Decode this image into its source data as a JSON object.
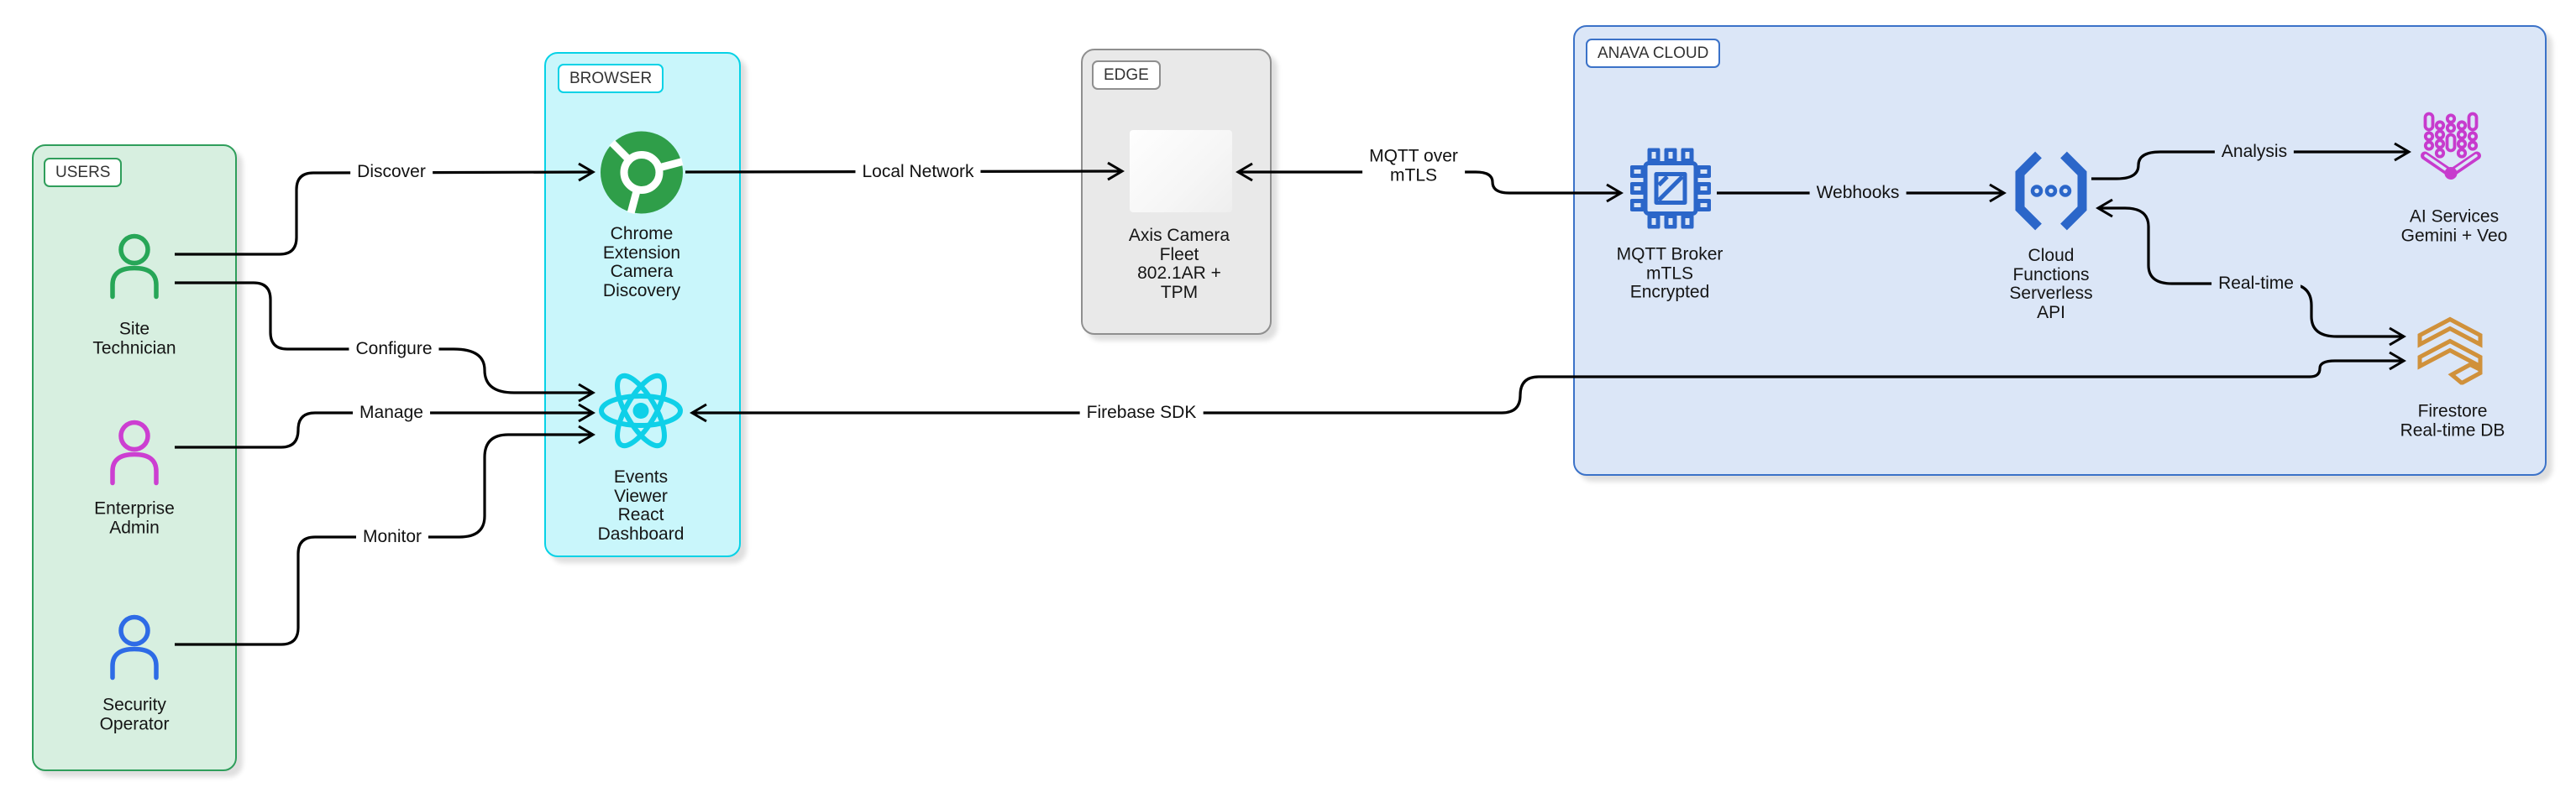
{
  "diagram": {
    "groups": {
      "users": {
        "label": "USERS"
      },
      "browser": {
        "label": "BROWSER"
      },
      "edge": {
        "label": "EDGE"
      },
      "cloud": {
        "label": "ANAVA CLOUD"
      }
    },
    "nodes": {
      "site_technician": {
        "label": "Site\nTechnician"
      },
      "enterprise_admin": {
        "label": "Enterprise\nAdmin"
      },
      "security_operator": {
        "label": "Security\nOperator"
      },
      "chrome_extension": {
        "label": "Chrome\nExtension\nCamera\nDiscovery"
      },
      "events_viewer": {
        "label": "Events\nViewer\nReact\nDashboard"
      },
      "axis_cameras": {
        "label": "Axis Camera\nFleet\n802.1AR +\nTPM"
      },
      "mqtt_broker": {
        "label": "MQTT Broker\nmTLS\nEncrypted"
      },
      "cloud_functions": {
        "label": "Cloud\nFunctions\nServerless\nAPI"
      },
      "ai_services": {
        "label": "AI Services\nGemini + Veo"
      },
      "firestore": {
        "label": "Firestore\nReal-time DB"
      }
    },
    "edges": {
      "discover": {
        "label": "Discover"
      },
      "configure": {
        "label": "Configure"
      },
      "manage": {
        "label": "Manage"
      },
      "monitor": {
        "label": "Monitor"
      },
      "local_network": {
        "label": "Local Network"
      },
      "mqtt_mtls": {
        "label": "MQTT over\nmTLS"
      },
      "webhooks": {
        "label": "Webhooks"
      },
      "analysis": {
        "label": "Analysis"
      },
      "realtime": {
        "label": "Real-time"
      },
      "firebase_sdk": {
        "label": "Firebase SDK"
      }
    },
    "colors": {
      "users_border": "#2f9e5b",
      "users_fill": "#d7efe0",
      "browser_border": "#06d2e6",
      "browser_fill": "#c9f6fb",
      "edge_border": "#8f8f8f",
      "edge_fill": "#e9e9e9",
      "cloud_border": "#3b72c8",
      "cloud_fill": "#dbe6f7",
      "chrome_green": "#2f9e49",
      "react_cyan": "#0fd0e8",
      "tech_green": "#27a657",
      "admin_magenta": "#cc3fd1",
      "operator_blue": "#2e6be6",
      "gcp_blue": "#2b66c9",
      "ai_magenta": "#c73bcd",
      "firestore_amber": "#d0913b",
      "line_black": "#000000"
    }
  }
}
